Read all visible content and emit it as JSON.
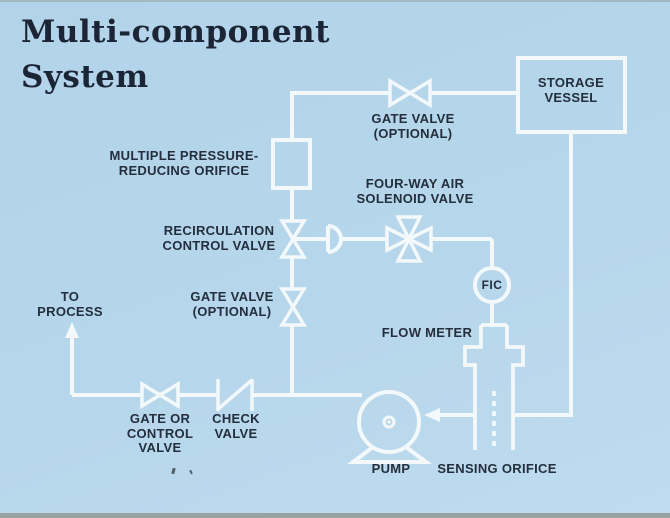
{
  "title": [
    "Multi-component",
    "System"
  ],
  "colors": {
    "background": "#b4d4e9",
    "pipe_line": "#f3f8fb",
    "label_text": "#242e3c",
    "title_text": "#1b2535",
    "bottom_edge": "#99a2a2"
  },
  "labels": {
    "multiple_pressure_reducing_orifice": [
      "MULTIPLE PRESSURE-",
      "REDUCING ORIFICE"
    ],
    "gate_valve_top": [
      "GATE VALVE",
      "(OPTIONAL)"
    ],
    "storage_vessel": [
      "STORAGE",
      "VESSEL"
    ],
    "four_way_air_solenoid_valve": [
      "FOUR-WAY AIR",
      "SOLENOID VALVE"
    ],
    "recirculation_control_valve": [
      "RECIRCULATION",
      "CONTROL VALVE"
    ],
    "gate_valve_left": [
      "GATE VALVE",
      "(OPTIONAL)"
    ],
    "to_process": [
      "TO",
      "PROCESS"
    ],
    "fic": "FIC",
    "flow_meter": "FLOW METER",
    "gate_or_control_valve": [
      "GATE OR",
      "CONTROL",
      "VALVE"
    ],
    "check_valve": [
      "CHECK",
      "VALVE"
    ],
    "pump": "PUMP",
    "sensing_orifice": "SENSING ORIFICE"
  }
}
